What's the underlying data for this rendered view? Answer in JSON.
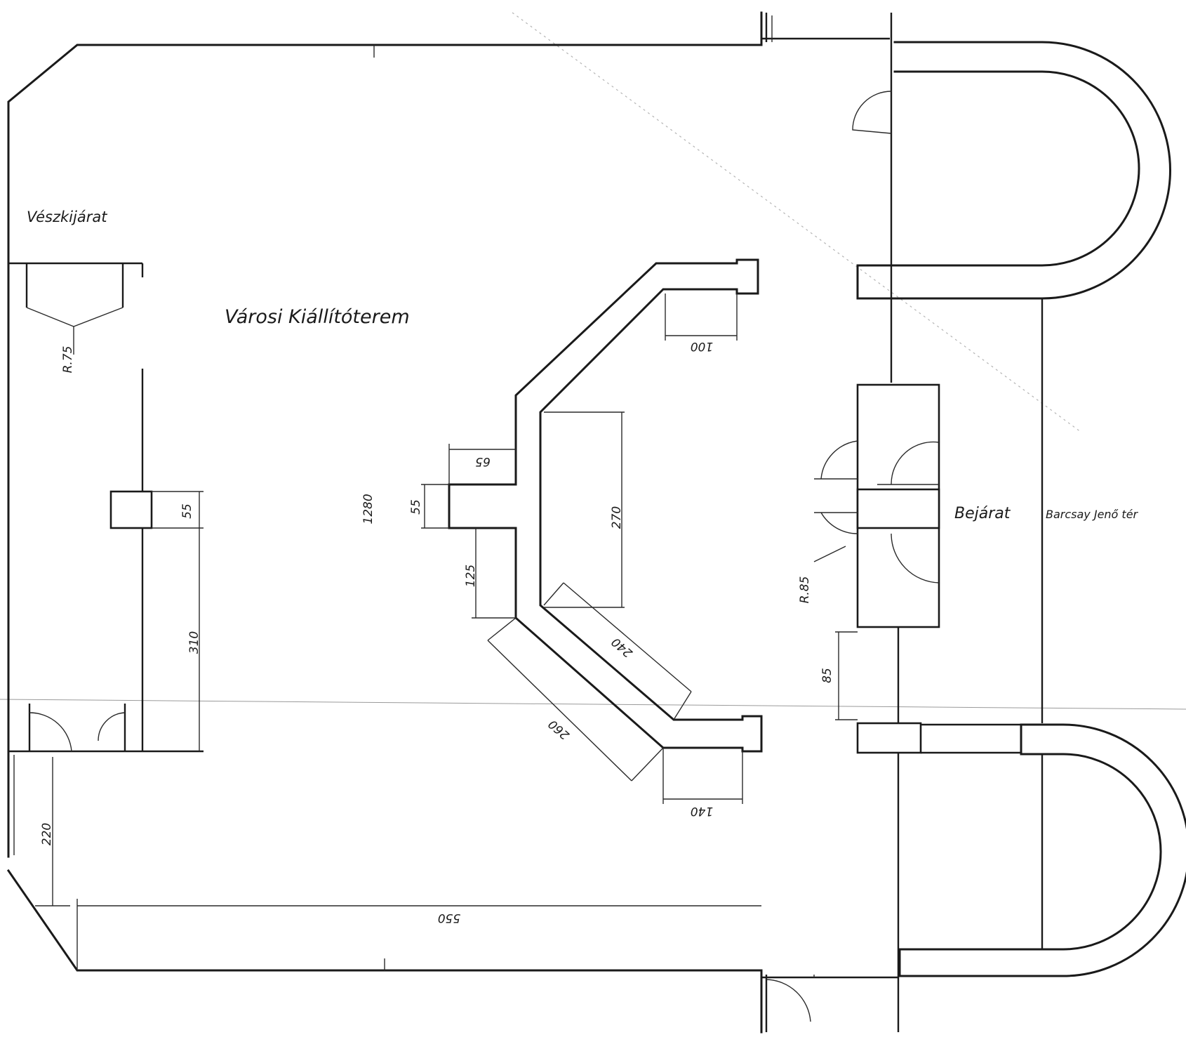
{
  "labels": {
    "room": "Városi Kiállítóterem",
    "emergency_exit": "Vészkijárat",
    "entrance": "Bejárat",
    "square": "Barcsay Jenő tér"
  },
  "dimensions": {
    "d_100": "100",
    "d_65": "65",
    "d_55_mid": "55",
    "d_270": "270",
    "d_125": "125",
    "d_240": "240",
    "d_260": "260",
    "d_140": "140",
    "d_1280": "1280",
    "d_275": "R.75",
    "d_55_left": "55",
    "d_310": "310",
    "d_220": "220",
    "d_550": "550",
    "d_r85": "R.85",
    "d_85": "85"
  }
}
